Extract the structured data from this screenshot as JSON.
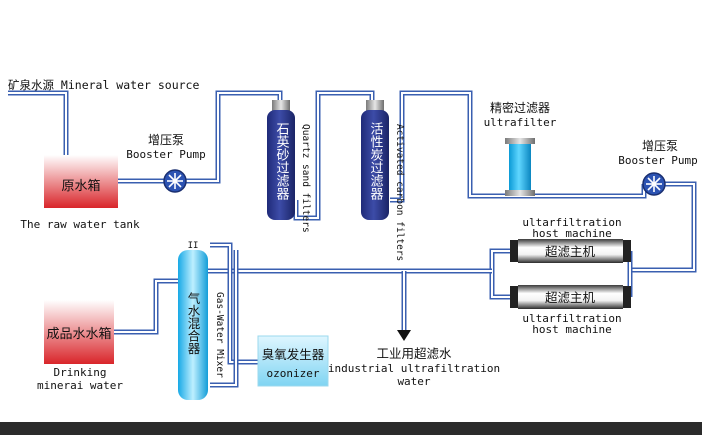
{
  "source": {
    "label": "矿泉水源 Mineral water source"
  },
  "raw_tank": {
    "label_cn": "原水箱",
    "caption": "The raw water tank"
  },
  "pump1": {
    "label_cn": "增压泵",
    "label_en": "Booster Pump"
  },
  "quartz_filter": {
    "label_cn": "石英砂过滤器",
    "label_en": "Quartz sand filters"
  },
  "carbon_filter": {
    "label_cn": "活性炭过滤器",
    "label_en": "Activated carbon filters"
  },
  "ultrafilter": {
    "label_cn": "精密过滤器",
    "label_en": "ultrafilter"
  },
  "pump2": {
    "label_cn": "增压泵",
    "label_en": "Booster Pump"
  },
  "host1": {
    "label_cn": "超滤主机",
    "caption_line1": "ultarfiltration",
    "caption_line2": "host machine"
  },
  "host2": {
    "label_cn": "超滤主机",
    "caption_line1": "ultarfiltration",
    "caption_line2": "host machine"
  },
  "mixer": {
    "label_cn": "气水混合器",
    "label_en": "Gas-Water Mixer",
    "cap": "II"
  },
  "ozonizer": {
    "label_cn": "臭氧发生器",
    "label_en": "ozonizer"
  },
  "industrial": {
    "label_cn": "工业用超滤水",
    "label_en_line1": "industrial ultrafiltration",
    "label_en_line2": "water"
  },
  "product_tank": {
    "label_cn": "成品水水箱",
    "caption_line1": "Drinking",
    "caption_line2": "minerai water"
  },
  "colors": {
    "pipe": "#3a5fb0",
    "tank_top": "#ffffff",
    "tank_bottom": "#d9252a",
    "filter": "#2e3a8c",
    "cyan": "#1ab4e8"
  }
}
